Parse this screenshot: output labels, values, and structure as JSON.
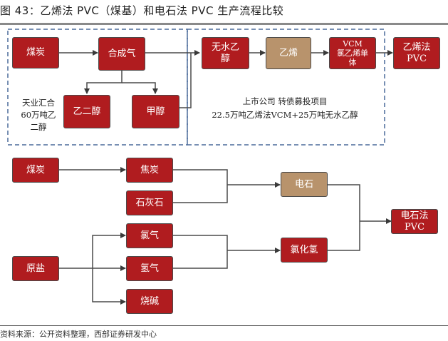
{
  "title": "图 43：乙烯法 PVC（煤基）和电石法 PVC 生产流程比较",
  "colors": {
    "node_red": "#b01c1f",
    "node_tan": "#b8936c",
    "dashed_border": "#4a6a9a",
    "line": "#4a4a4a"
  },
  "top_flow": {
    "nodes": {
      "coal": "煤炭",
      "syngas": "合成气",
      "ethylene_glycol": "乙二醇",
      "methanol": "甲醇",
      "anhydrous_ethanol": "无水乙\n醇",
      "ethylene": "乙烯",
      "vcm": "VCM\n氯乙烯单\n体",
      "ethylene_pvc": "乙烯法\nPVC"
    },
    "notes": {
      "left_box": "天业汇合\n60万吨乙\n二醇",
      "right_box_line1": "上市公司 转债募投项目",
      "right_box_line2": "22.5万吨乙烯法VCM+25万吨无水乙醇"
    }
  },
  "bottom_flow": {
    "nodes": {
      "coal": "煤炭",
      "coke": "焦炭",
      "limestone": "石灰石",
      "calcium_carbide": "电石",
      "raw_salt": "原盐",
      "chlorine": "氯气",
      "hydrogen": "氢气",
      "caustic_soda": "烧碱",
      "hydrogen_chloride": "氯化氢",
      "carbide_pvc": "电石法\nPVC"
    }
  },
  "footer": {
    "source": "资料来源：公开资料整理，西部证券研发中心"
  }
}
